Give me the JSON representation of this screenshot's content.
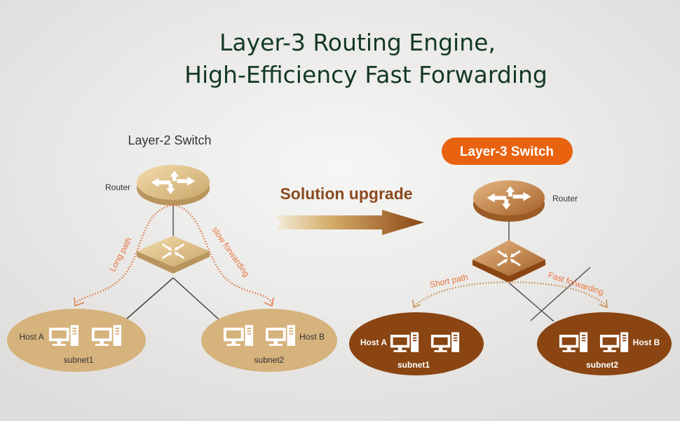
{
  "title": {
    "line1": "Layer-3 Routing Engine,",
    "line2": "High-Efficiency Fast Forwarding"
  },
  "left": {
    "heading": "Layer-2 Switch",
    "router_label": "Router",
    "path_left": "Long path",
    "path_right": "slow forwarding",
    "subnet1": {
      "host": "Host A",
      "name": "subnet1"
    },
    "subnet2": {
      "host": "Host B",
      "name": "subnet2"
    }
  },
  "middle": {
    "label": "Solution upgrade"
  },
  "right": {
    "heading": "Layer-3 Switch",
    "router_label": "Router",
    "path_left": "Short path",
    "path_right": "Fast forwarding",
    "subnet1": {
      "host": "Host A",
      "name": "subnet1"
    },
    "subnet2": {
      "host": "Host B",
      "name": "subnet2"
    }
  },
  "colors": {
    "title": "#143826",
    "accent": "#e8620f",
    "tan": "#d6b27c",
    "brown": "#8a4513",
    "path": "#e8743e"
  }
}
